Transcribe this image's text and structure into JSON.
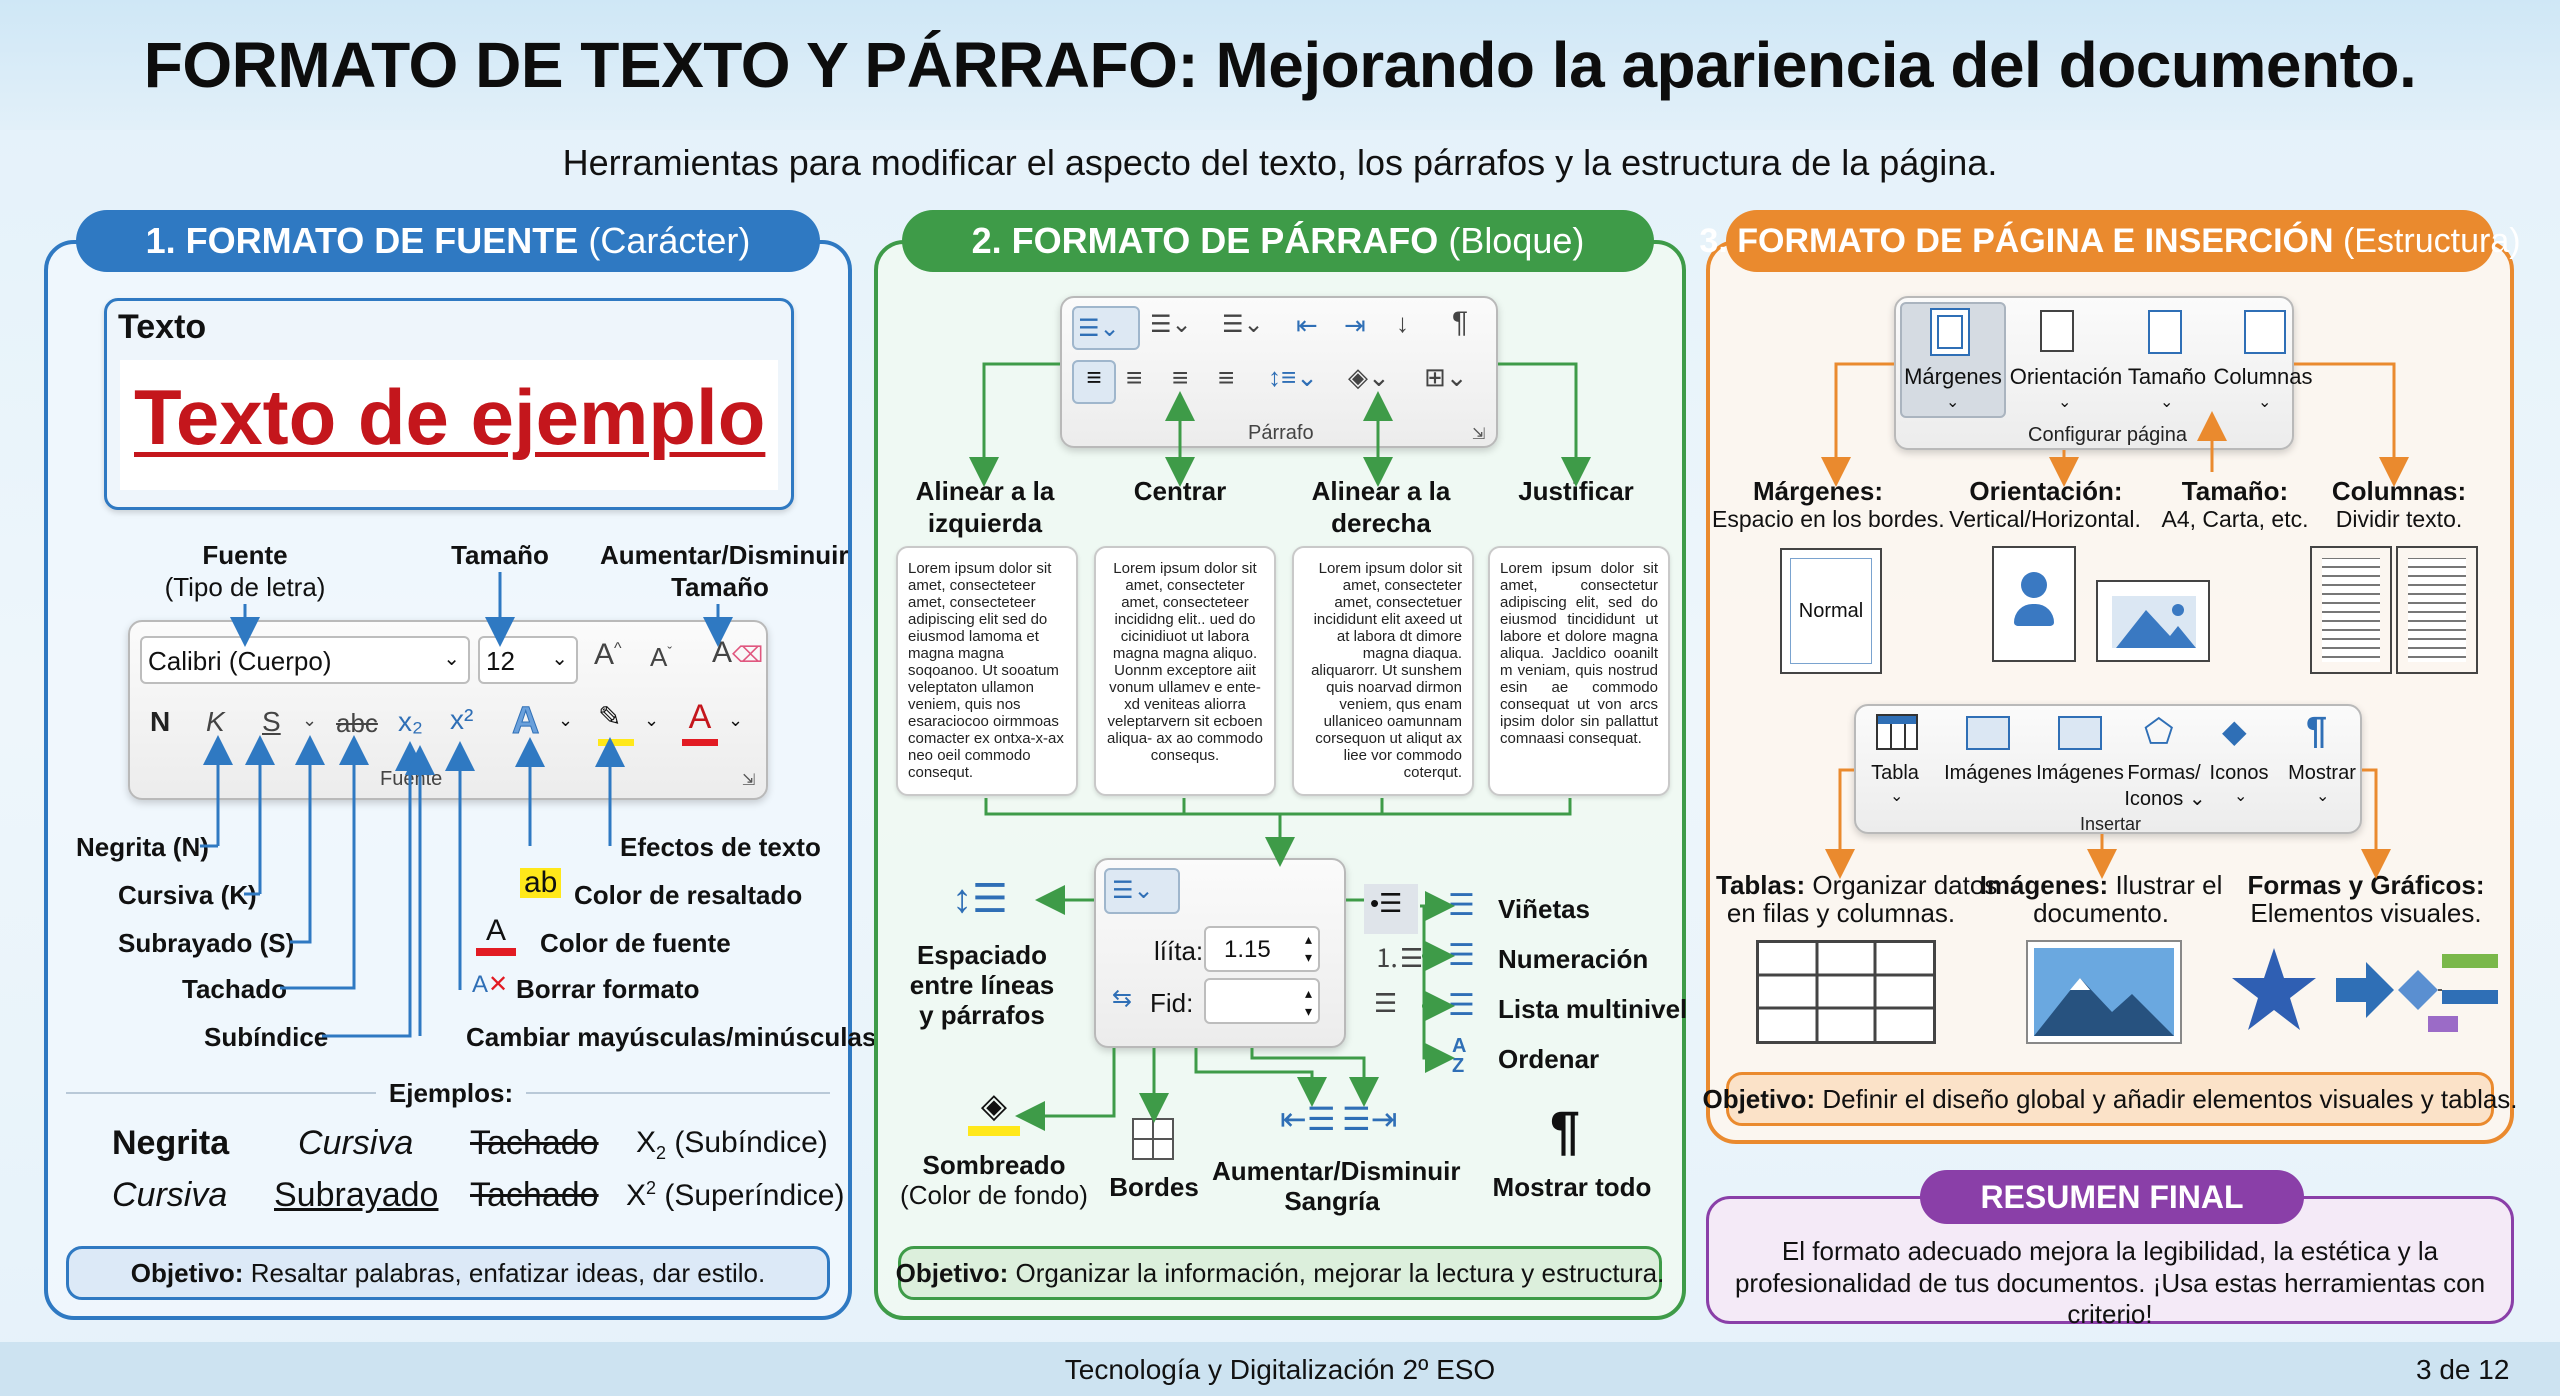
{
  "header": {
    "title": "FORMATO DE TEXTO Y PÁRRAFO: Mejorando la apariencia del documento.",
    "subtitle": "Herramientas para modificar el aspecto del texto, los párrafos y la estructura de la página."
  },
  "panel1": {
    "title_bold": "1. FORMATO DE FUENTE",
    "title_light": "(Carácter)",
    "preview_label": "Texto",
    "preview_sample": "Texto de ejemplo",
    "top_labels": {
      "font": "Fuente",
      "font_sub": "(Tipo de letra)",
      "size": "Tamaño",
      "grow1": "Aumentar/Disminuir",
      "grow2": "Tamaño"
    },
    "ribbon": {
      "font_value": "Calibri (Cuerpo)",
      "size_value": "12",
      "group_name": "Fuente",
      "bold": "N",
      "italic": "K",
      "underline": "S",
      "strike": "abc",
      "sub": "x₂",
      "sup": "x²"
    },
    "left_labels": [
      "Negrita (N)",
      "Cursiva (K)",
      "Subrayado (S)",
      "Tachado",
      "Subíndice"
    ],
    "right_labels": {
      "effects": "Efectos de texto",
      "highlight": "Color de resaltado",
      "font_color": "Color de fuente",
      "clear": "Borrar formato",
      "change_case": "Cambiar mayúsculas/minúsculas"
    },
    "examples_title": "Ejemplos:",
    "examples": {
      "negrita": "Negrita",
      "cursiva1": "Cursiva",
      "tachado1": "Tachado",
      "sub_note": "(Subíndice)",
      "cursiva2": "Cursiva",
      "subrayado": "Subrayado",
      "tachado2": "Tachado",
      "sup_note": "(Superíndice)"
    },
    "objective_label": "Objetivo:",
    "objective_text": "Resaltar palabras, enfatizar ideas, dar estilo."
  },
  "panel2": {
    "title_bold": "2. FORMATO DE PÁRRAFO",
    "title_light": "(Bloque)",
    "ribbon_group": "Párrafo",
    "align_labels": [
      [
        "Alinear a la",
        "izquierda"
      ],
      [
        "Centrar",
        ""
      ],
      [
        "Alinear a la",
        "derecha"
      ],
      [
        "Justificar",
        ""
      ]
    ],
    "lorem": [
      "Lorem ipsum dolor sit amet, consecteteer amet, consecteteer adipiscing elit sed do eiusmod lamoma et magna magna soqoanoo. Ut sooatum veleptaton ullamon veniem, quis nos esaraciocoo oirmmoas comacter ex ontxa-x-ax neo oeil commodo consequt.",
      "Lorem ipsum dolor sit amet, consecteter amet, consecteteer incididng elit.. ued do cicinidiuot ut labora magna magna aliquo. Uonnm exceptore aiit vonum ullamev e ente-xd veniteas aliorra veleptarvern sit ecboen aliqua- ax ao commodo consequs.",
      "Lorem ipsum dolor sit amet, consecteter amet, consectetuer incididunt elit axeed ut at labora dt dimore magna diaqua. aliquarorr. Ut sunshem quis noarvad dirmon veniem, qus enam ullaniceo oamunnam corsequon ut aliqut ax liee vor commodo coterqut.",
      "Lorem ipsum dolor sit amet, consectetur adipiscing elit, sed do eiusmod tincididunt ut labore et dolore magna aliqua. Jacldico ooanilt m veniam, quis nostrud esin ae commodo consequat ut von arcs ipsim dolor sin pallattut comnaasi consequat."
    ],
    "dialog": {
      "line_label": "lííta:",
      "line_value": "1.15",
      "fid_label": "Fid:"
    },
    "spacing_label": [
      "Espaciado",
      "entre líneas",
      "y párrafos"
    ],
    "list_labels": [
      "Viñetas",
      "Numeración",
      "Lista multinivel",
      "Ordenar"
    ],
    "bottom": {
      "shading1": "Sombreado",
      "shading2": "(Color de fondo)",
      "borders": "Bordes",
      "indent1": "Aumentar/Disminuir",
      "indent2": "Sangría",
      "show_all": "Mostrar todo"
    },
    "objective_label": "Objetivo:",
    "objective_text": "Organizar la información, mejorar la lectura y estructura."
  },
  "panel3": {
    "title_bold": "3. FORMATO DE PÁGINA E INSERCIÓN",
    "title_light": "(Estructura)",
    "page_ribbon": {
      "items": [
        "Márgenes",
        "Orientación",
        "Tamaño",
        "Columnas"
      ],
      "group": "Configurar página"
    },
    "page_labels": [
      {
        "title": "Márgenes:",
        "desc": "Espacio en los bordes."
      },
      {
        "title": "Orientación:",
        "desc": "Vertical/Horizontal."
      },
      {
        "title": "Tamaño:",
        "desc": "A4, Carta, etc."
      },
      {
        "title": "Columnas:",
        "desc": "Dividir texto."
      }
    ],
    "margin_preview": "Normal",
    "insert_ribbon": {
      "items": [
        "Tabla",
        "Imágenes",
        "Imágenes",
        "Formas/",
        "Iconos",
        "Mostrar"
      ],
      "forms_sub": "Iconos",
      "group": "Insertar"
    },
    "insert_labels": [
      {
        "title": "Tablas:",
        "desc1": "Organizar datos",
        "desc2": "en filas y columnas."
      },
      {
        "title": "Imágenes:",
        "desc1": "Ilustrar el",
        "desc2": "documento."
      },
      {
        "title": "Formas y Gráficos:",
        "desc1": "Elementos visuales.",
        "desc2": ""
      }
    ],
    "objective_label": "Objetivo:",
    "objective_text": "Definir el diseño global y añadir elementos visuales y tablas."
  },
  "summary": {
    "title": "RESUMEN FINAL",
    "line1": "El formato adecuado mejora la legibilidad, la estética y la",
    "line2": "profesionalidad de tus documentos. ¡Usa estas herramientas con criterio!"
  },
  "footer": {
    "course": "Tecnología y Digitalización 2º ESO",
    "page": "3 de 12"
  },
  "colors": {
    "blue": "#2f79c2",
    "green": "#3e9b48",
    "orange": "#ea8a2e",
    "purple": "#8a3fa8",
    "red": "#c4161c"
  }
}
